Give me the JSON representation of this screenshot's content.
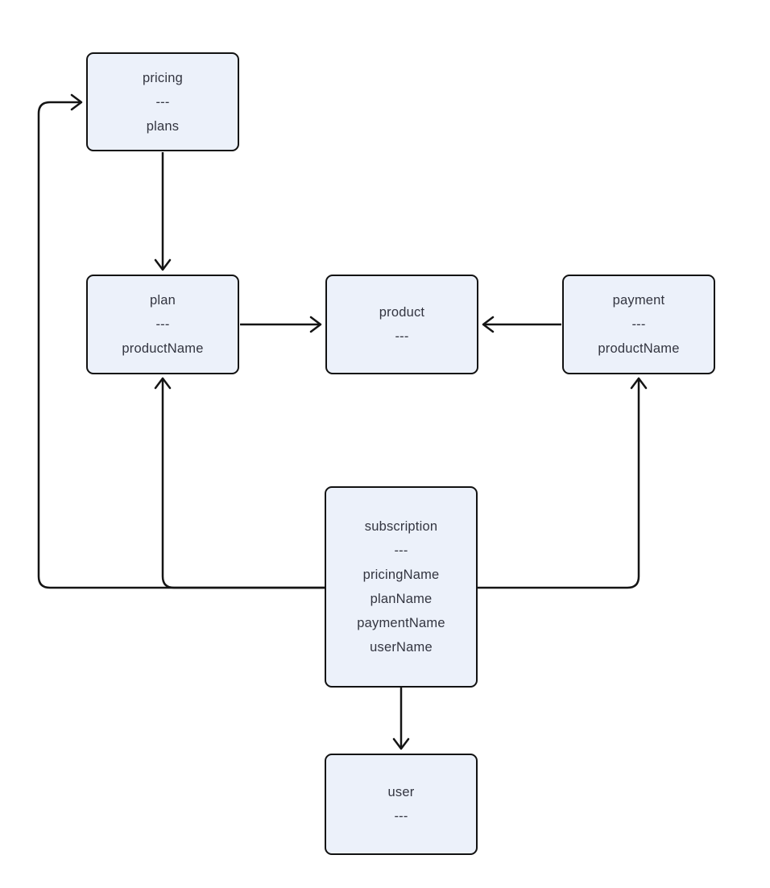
{
  "diagram": {
    "type": "flowchart",
    "background": "#ffffff"
  },
  "colors": {
    "node_fill": "#ecf1fa",
    "node_border": "#121212",
    "edge": "#141414",
    "text": "#333540"
  },
  "nodes": {
    "pricing": {
      "title": "pricing",
      "separator": "---",
      "fields": [
        "plans"
      ]
    },
    "plan": {
      "title": "plan",
      "separator": "---",
      "fields": [
        "productName"
      ]
    },
    "product": {
      "title": "product",
      "separator": "---",
      "fields": []
    },
    "payment": {
      "title": "payment",
      "separator": "---",
      "fields": [
        "productName"
      ]
    },
    "subscription": {
      "title": "subscription",
      "separator": "---",
      "fields": [
        "pricingName",
        "planName",
        "paymentName",
        "userName"
      ]
    },
    "user": {
      "title": "user",
      "separator": "---",
      "fields": []
    }
  },
  "edges": [
    {
      "from": "pricing",
      "to": "plan"
    },
    {
      "from": "plan",
      "to": "product"
    },
    {
      "from": "payment",
      "to": "product"
    },
    {
      "from": "subscription",
      "to": "pricing"
    },
    {
      "from": "subscription",
      "to": "plan"
    },
    {
      "from": "subscription",
      "to": "payment"
    },
    {
      "from": "subscription",
      "to": "user"
    }
  ]
}
